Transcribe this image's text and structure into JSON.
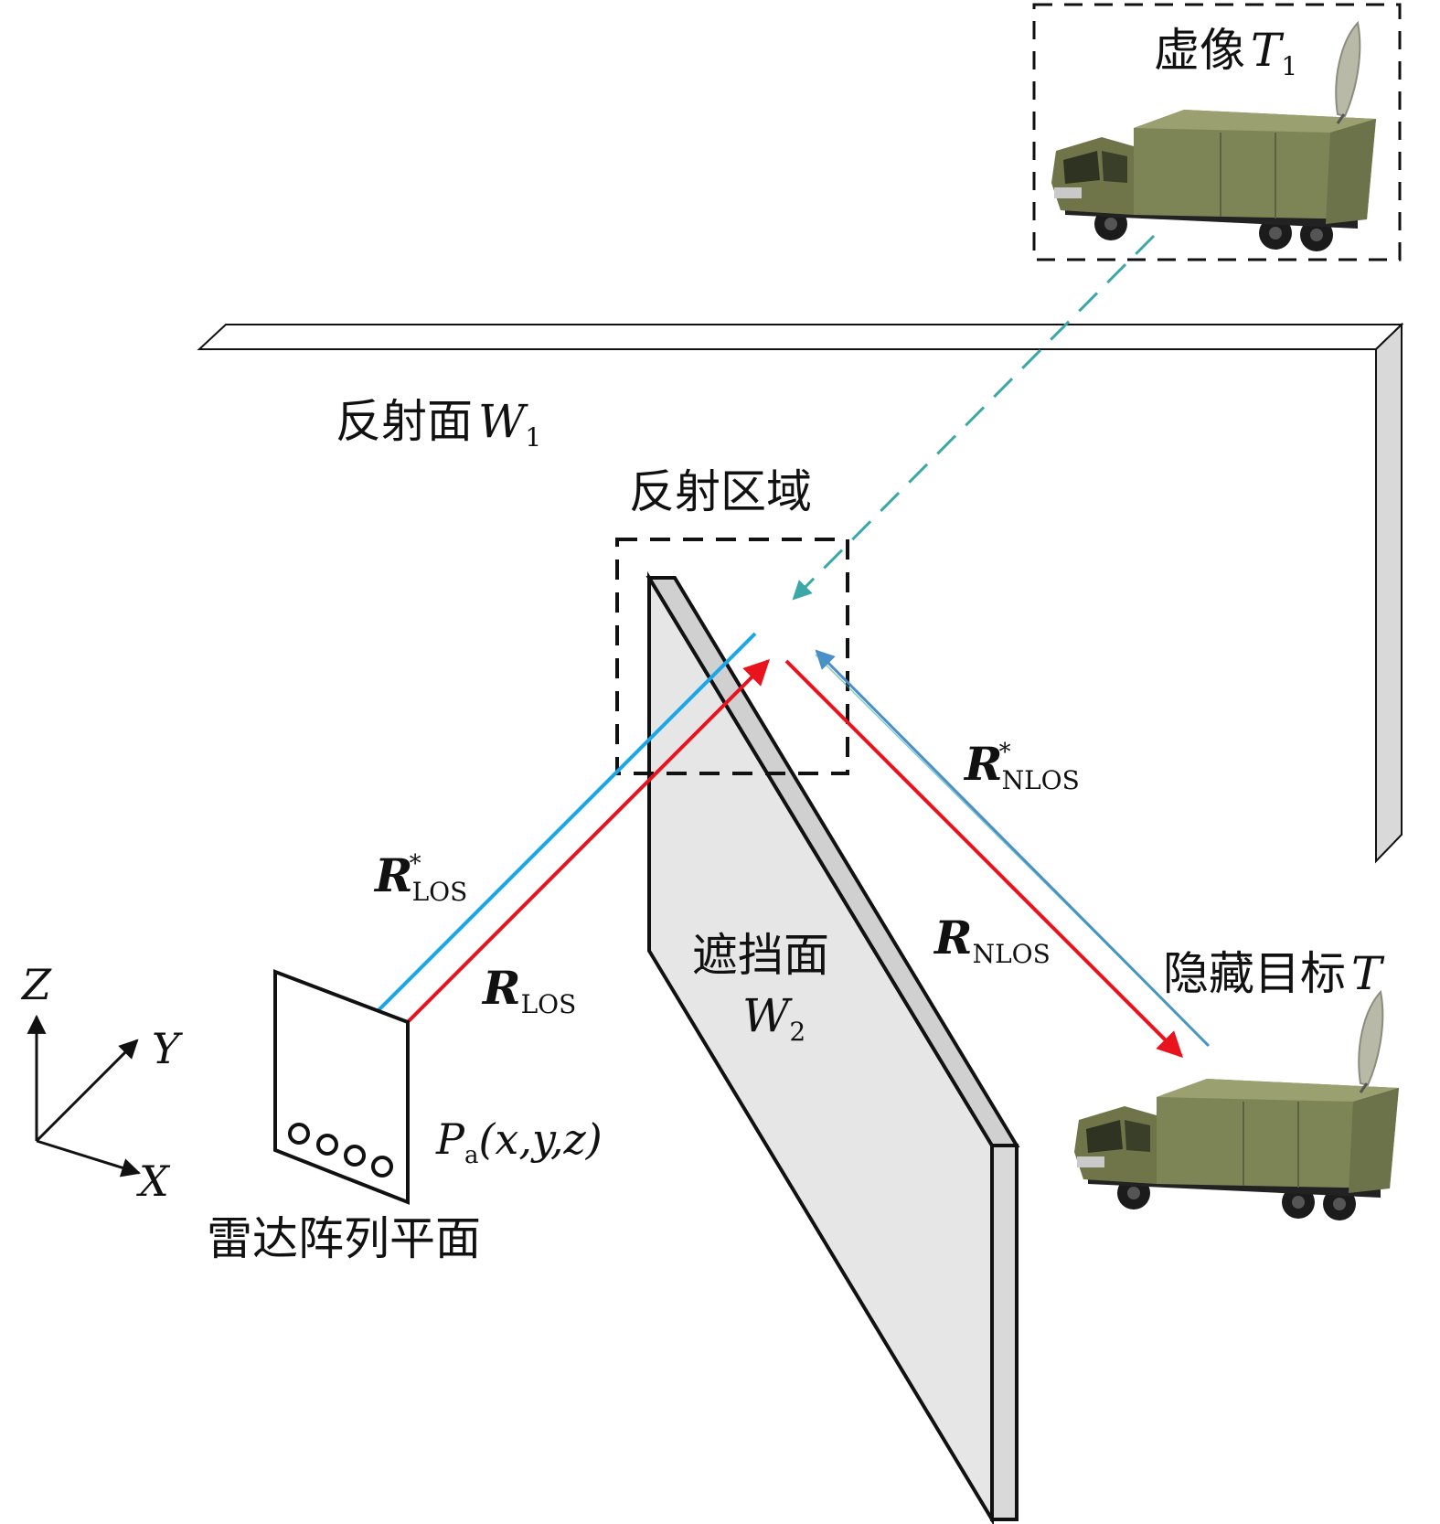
{
  "labels": {
    "virtual_image": {
      "cjk": "虚像",
      "var": "T",
      "sub": "1"
    },
    "reflect_surface": {
      "cjk": "反射面",
      "var": "W",
      "sub": "1"
    },
    "reflect_region": {
      "cjk": "反射区域"
    },
    "occluder": {
      "cjk": "遮挡面",
      "var": "W",
      "sub": "2"
    },
    "hidden_target": {
      "cjk": "隐藏目标",
      "var": "T"
    },
    "radar_plane": {
      "cjk": "雷达阵列平面"
    },
    "point": {
      "var": "P",
      "sub": "a",
      "args": "(x,y,z)"
    },
    "r_los_star": {
      "var": "R",
      "sup": "*",
      "sub": "LOS"
    },
    "r_los": {
      "var": "R",
      "sub": "LOS"
    },
    "r_nlos_star": {
      "var": "R",
      "sup": "*",
      "sub": "NLOS"
    },
    "r_nlos": {
      "var": "R",
      "sub": "NLOS"
    },
    "axis_z": "Z",
    "axis_y": "Y",
    "axis_x": "X"
  },
  "colors": {
    "los_star": "#1aa7e8",
    "los": "#e8131c",
    "nlos_star": "#4a8fc9",
    "nlos": "#e8131c",
    "virtual_path": "#3aa8a8",
    "occluder_fill": "#e6e6e6",
    "wall_side": "#d9d9d9",
    "truck_body": "#7d8456"
  }
}
